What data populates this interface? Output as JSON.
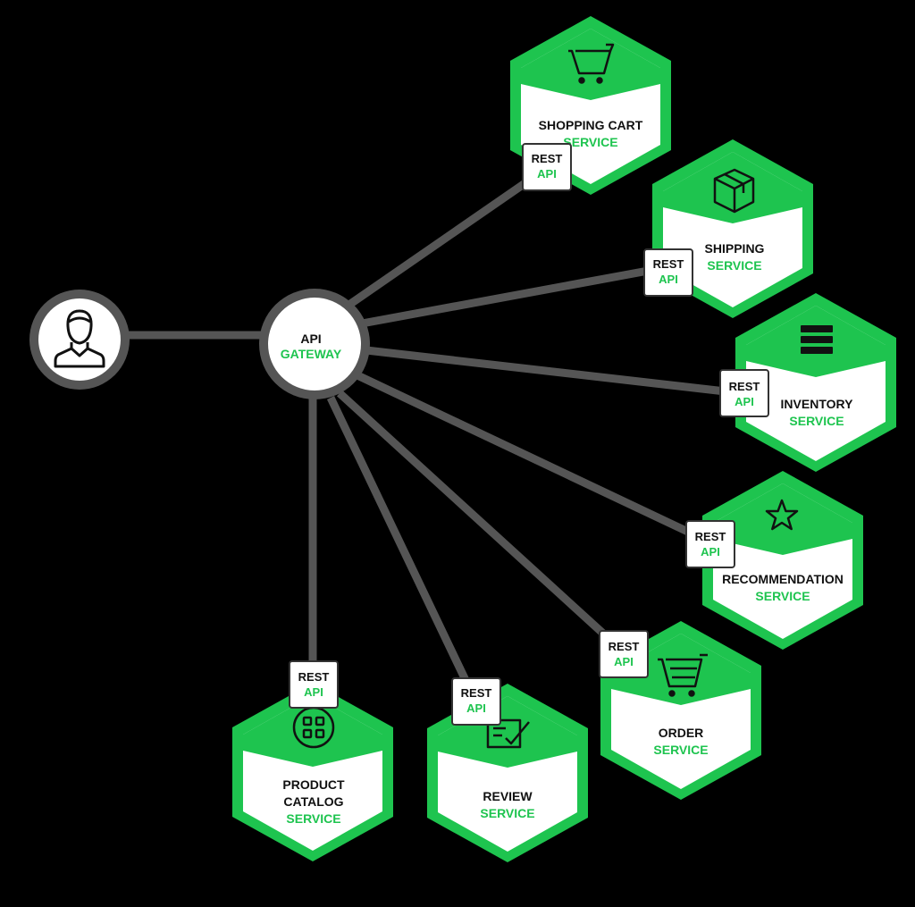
{
  "colors": {
    "background": "#000000",
    "connector": "#555555",
    "accent_green": "#1ec44f",
    "node_fill": "#ffffff",
    "text_dark": "#111111"
  },
  "client": {
    "icon": "user-icon"
  },
  "gateway": {
    "line1": "API",
    "line2": "GATEWAY"
  },
  "rest_api": {
    "line1": "REST",
    "line2": "API"
  },
  "services": [
    {
      "key": "shopping-cart",
      "icon": "cart-icon",
      "name_lines": [
        "SHOPPING CART"
      ],
      "subtitle": "SERVICE"
    },
    {
      "key": "shipping",
      "icon": "box-icon",
      "name_lines": [
        "SHIPPING"
      ],
      "subtitle": "SERVICE"
    },
    {
      "key": "inventory",
      "icon": "stack-icon",
      "name_lines": [
        "INVENTORY"
      ],
      "subtitle": "SERVICE"
    },
    {
      "key": "recommendation",
      "icon": "star-icon",
      "name_lines": [
        "RECOMMENDATION"
      ],
      "subtitle": "SERVICE"
    },
    {
      "key": "order",
      "icon": "order-cart-icon",
      "name_lines": [
        "ORDER"
      ],
      "subtitle": "SERVICE"
    },
    {
      "key": "review",
      "icon": "review-icon",
      "name_lines": [
        "REVIEW"
      ],
      "subtitle": "SERVICE"
    },
    {
      "key": "product-catalog",
      "icon": "grid-icon",
      "name_lines": [
        "PRODUCT",
        "CATALOG"
      ],
      "subtitle": "SERVICE"
    }
  ]
}
